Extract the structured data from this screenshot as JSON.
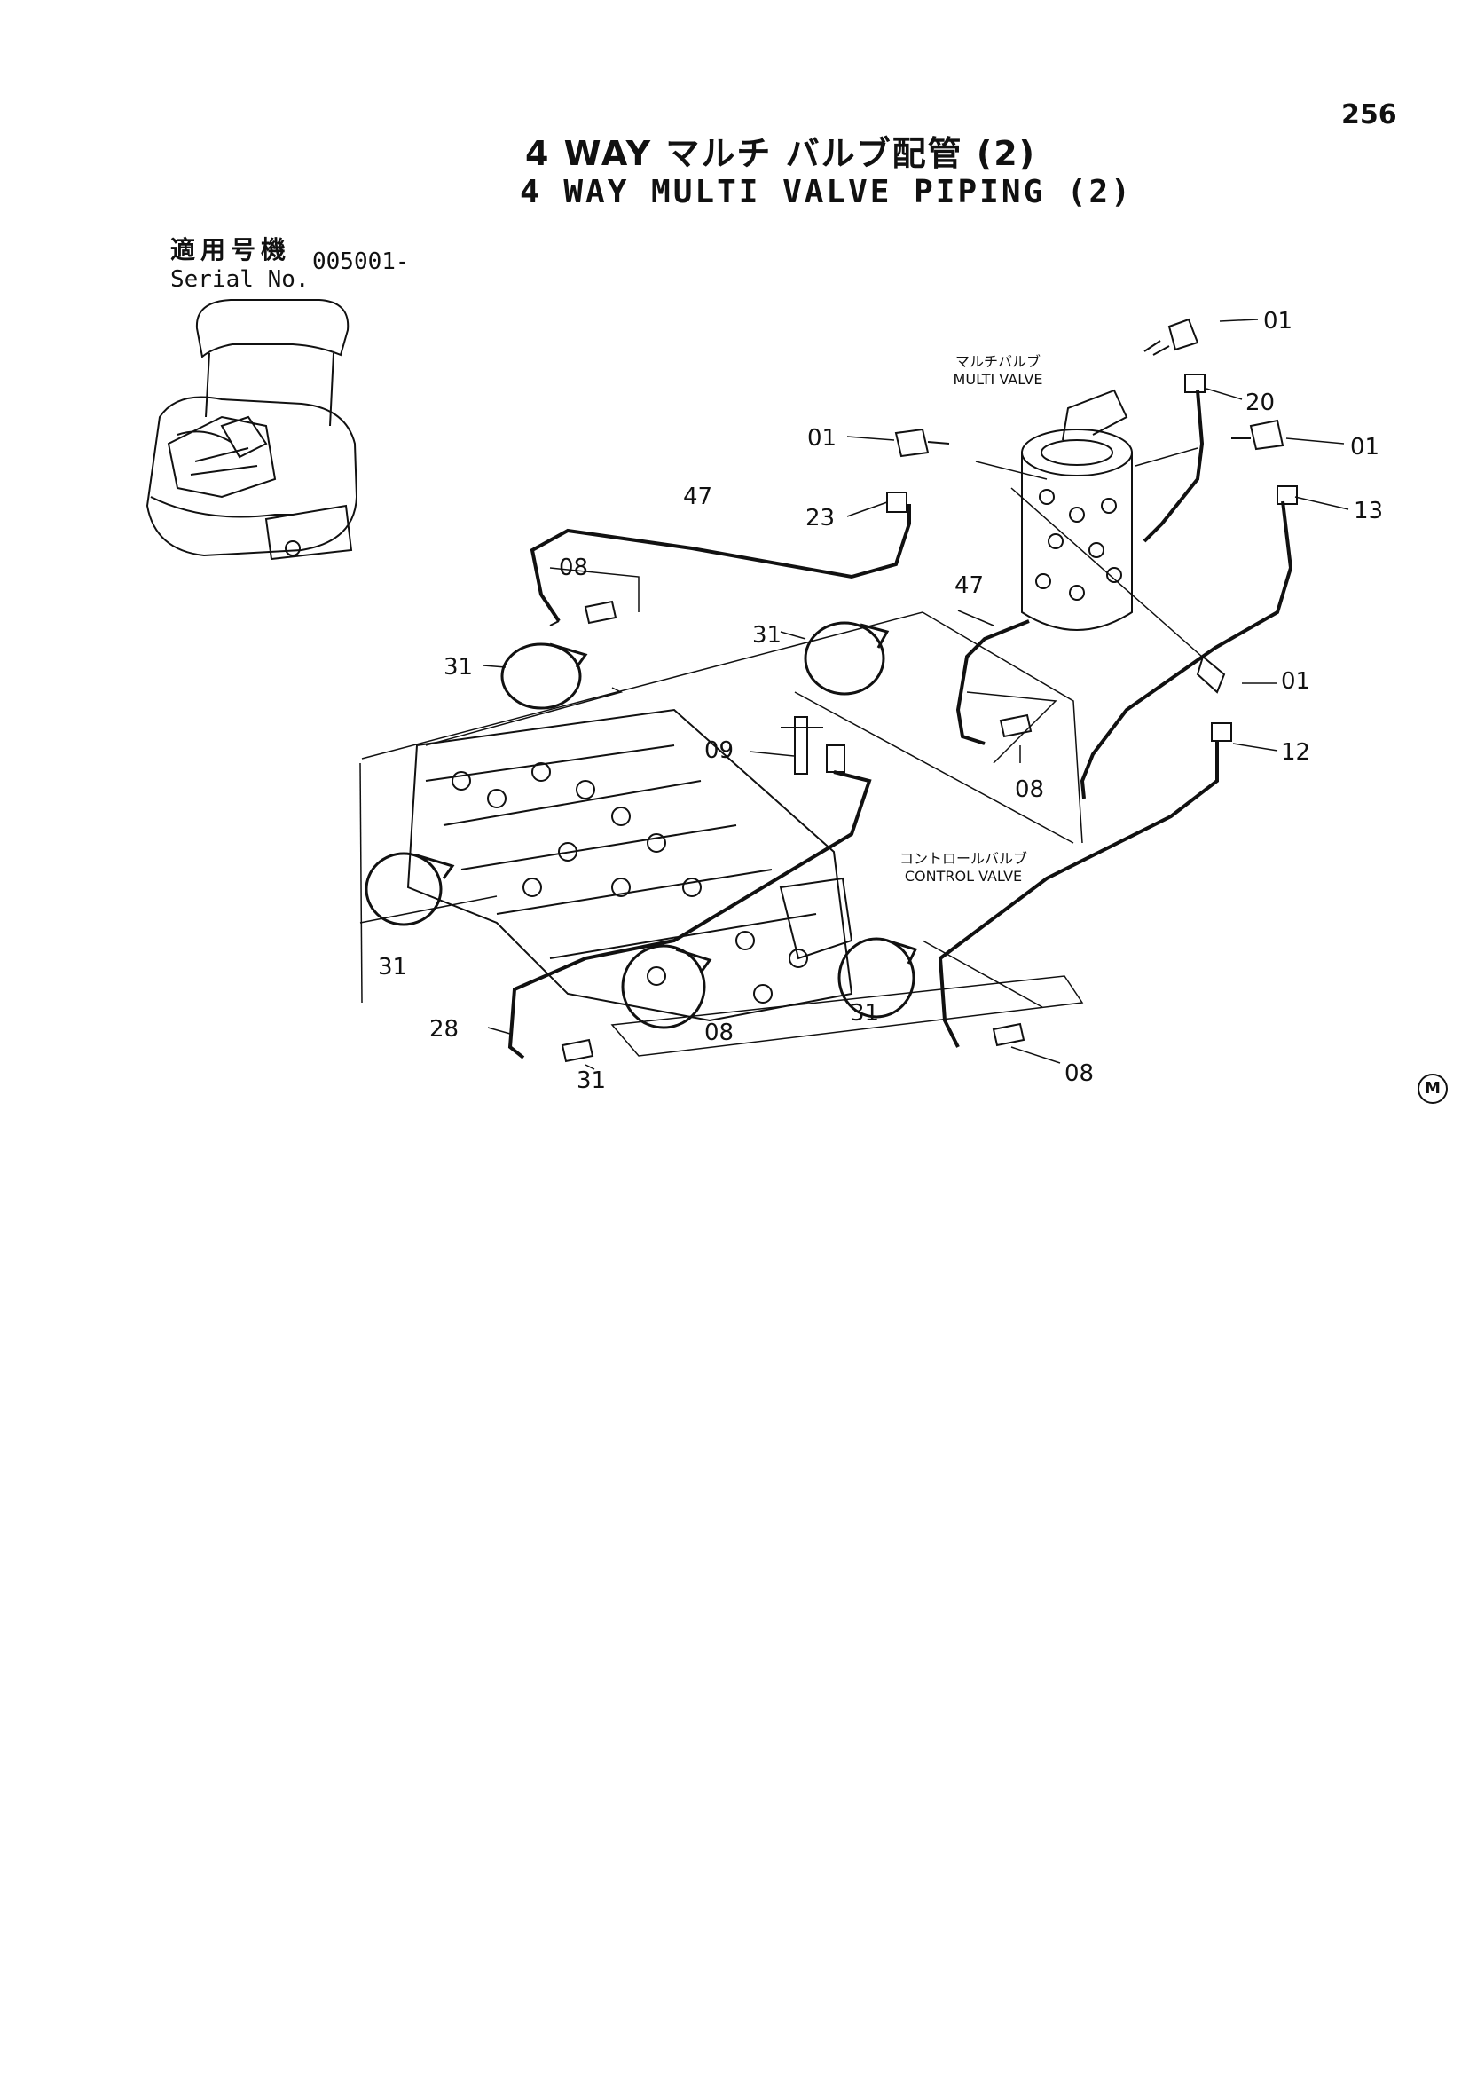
{
  "page_number": "256",
  "title_jp": "4 WAY マルチ バルブ配管 (2)",
  "title_en": "4 WAY MULTI VALVE PIPING (2)",
  "serial": {
    "label_jp": "適用号機",
    "label_en": "Serial No.",
    "value": "005001-"
  },
  "components": {
    "multi_valve_jp": "マルチバルブ",
    "multi_valve_en": "MULTI VALVE",
    "control_valve_jp": "コントロールバルブ",
    "control_valve_en": "CONTROL VALVE"
  },
  "part_callouts": [
    "01",
    "20",
    "01",
    "01",
    "13",
    "47",
    "23",
    "08",
    "47",
    "31",
    "31",
    "09",
    "01",
    "12",
    "08",
    "31",
    "28",
    "08",
    "31",
    "31",
    "08"
  ],
  "maker_mark": "M"
}
